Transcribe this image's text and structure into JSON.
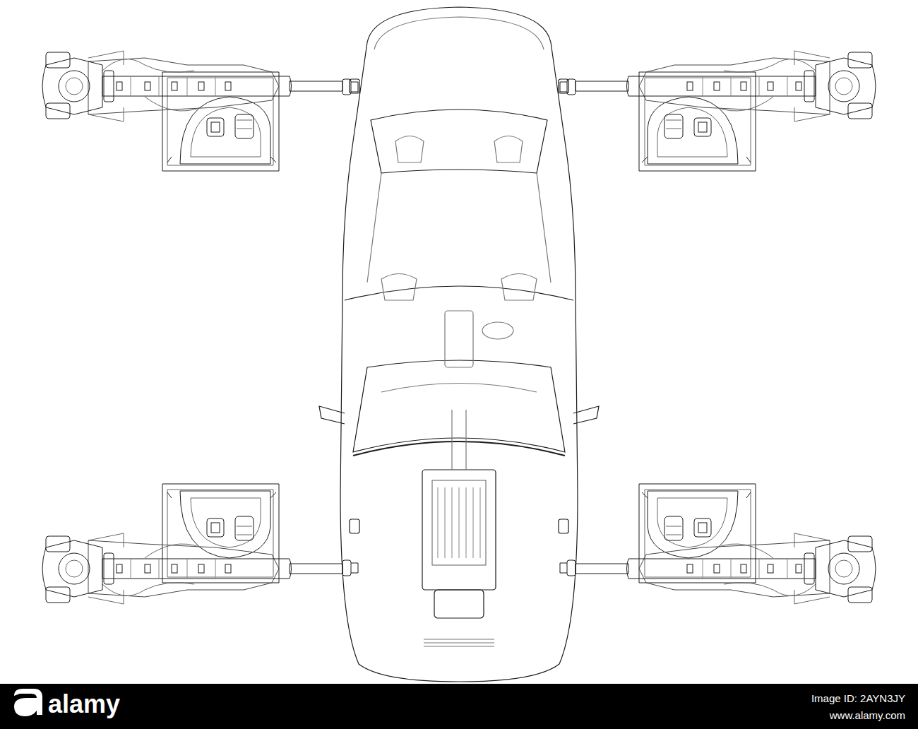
{
  "diagram": {
    "labels": [
      "alamy",
      "Image ID: 2AYN3JY",
      "www.alamy.com"
    ]
  }
}
